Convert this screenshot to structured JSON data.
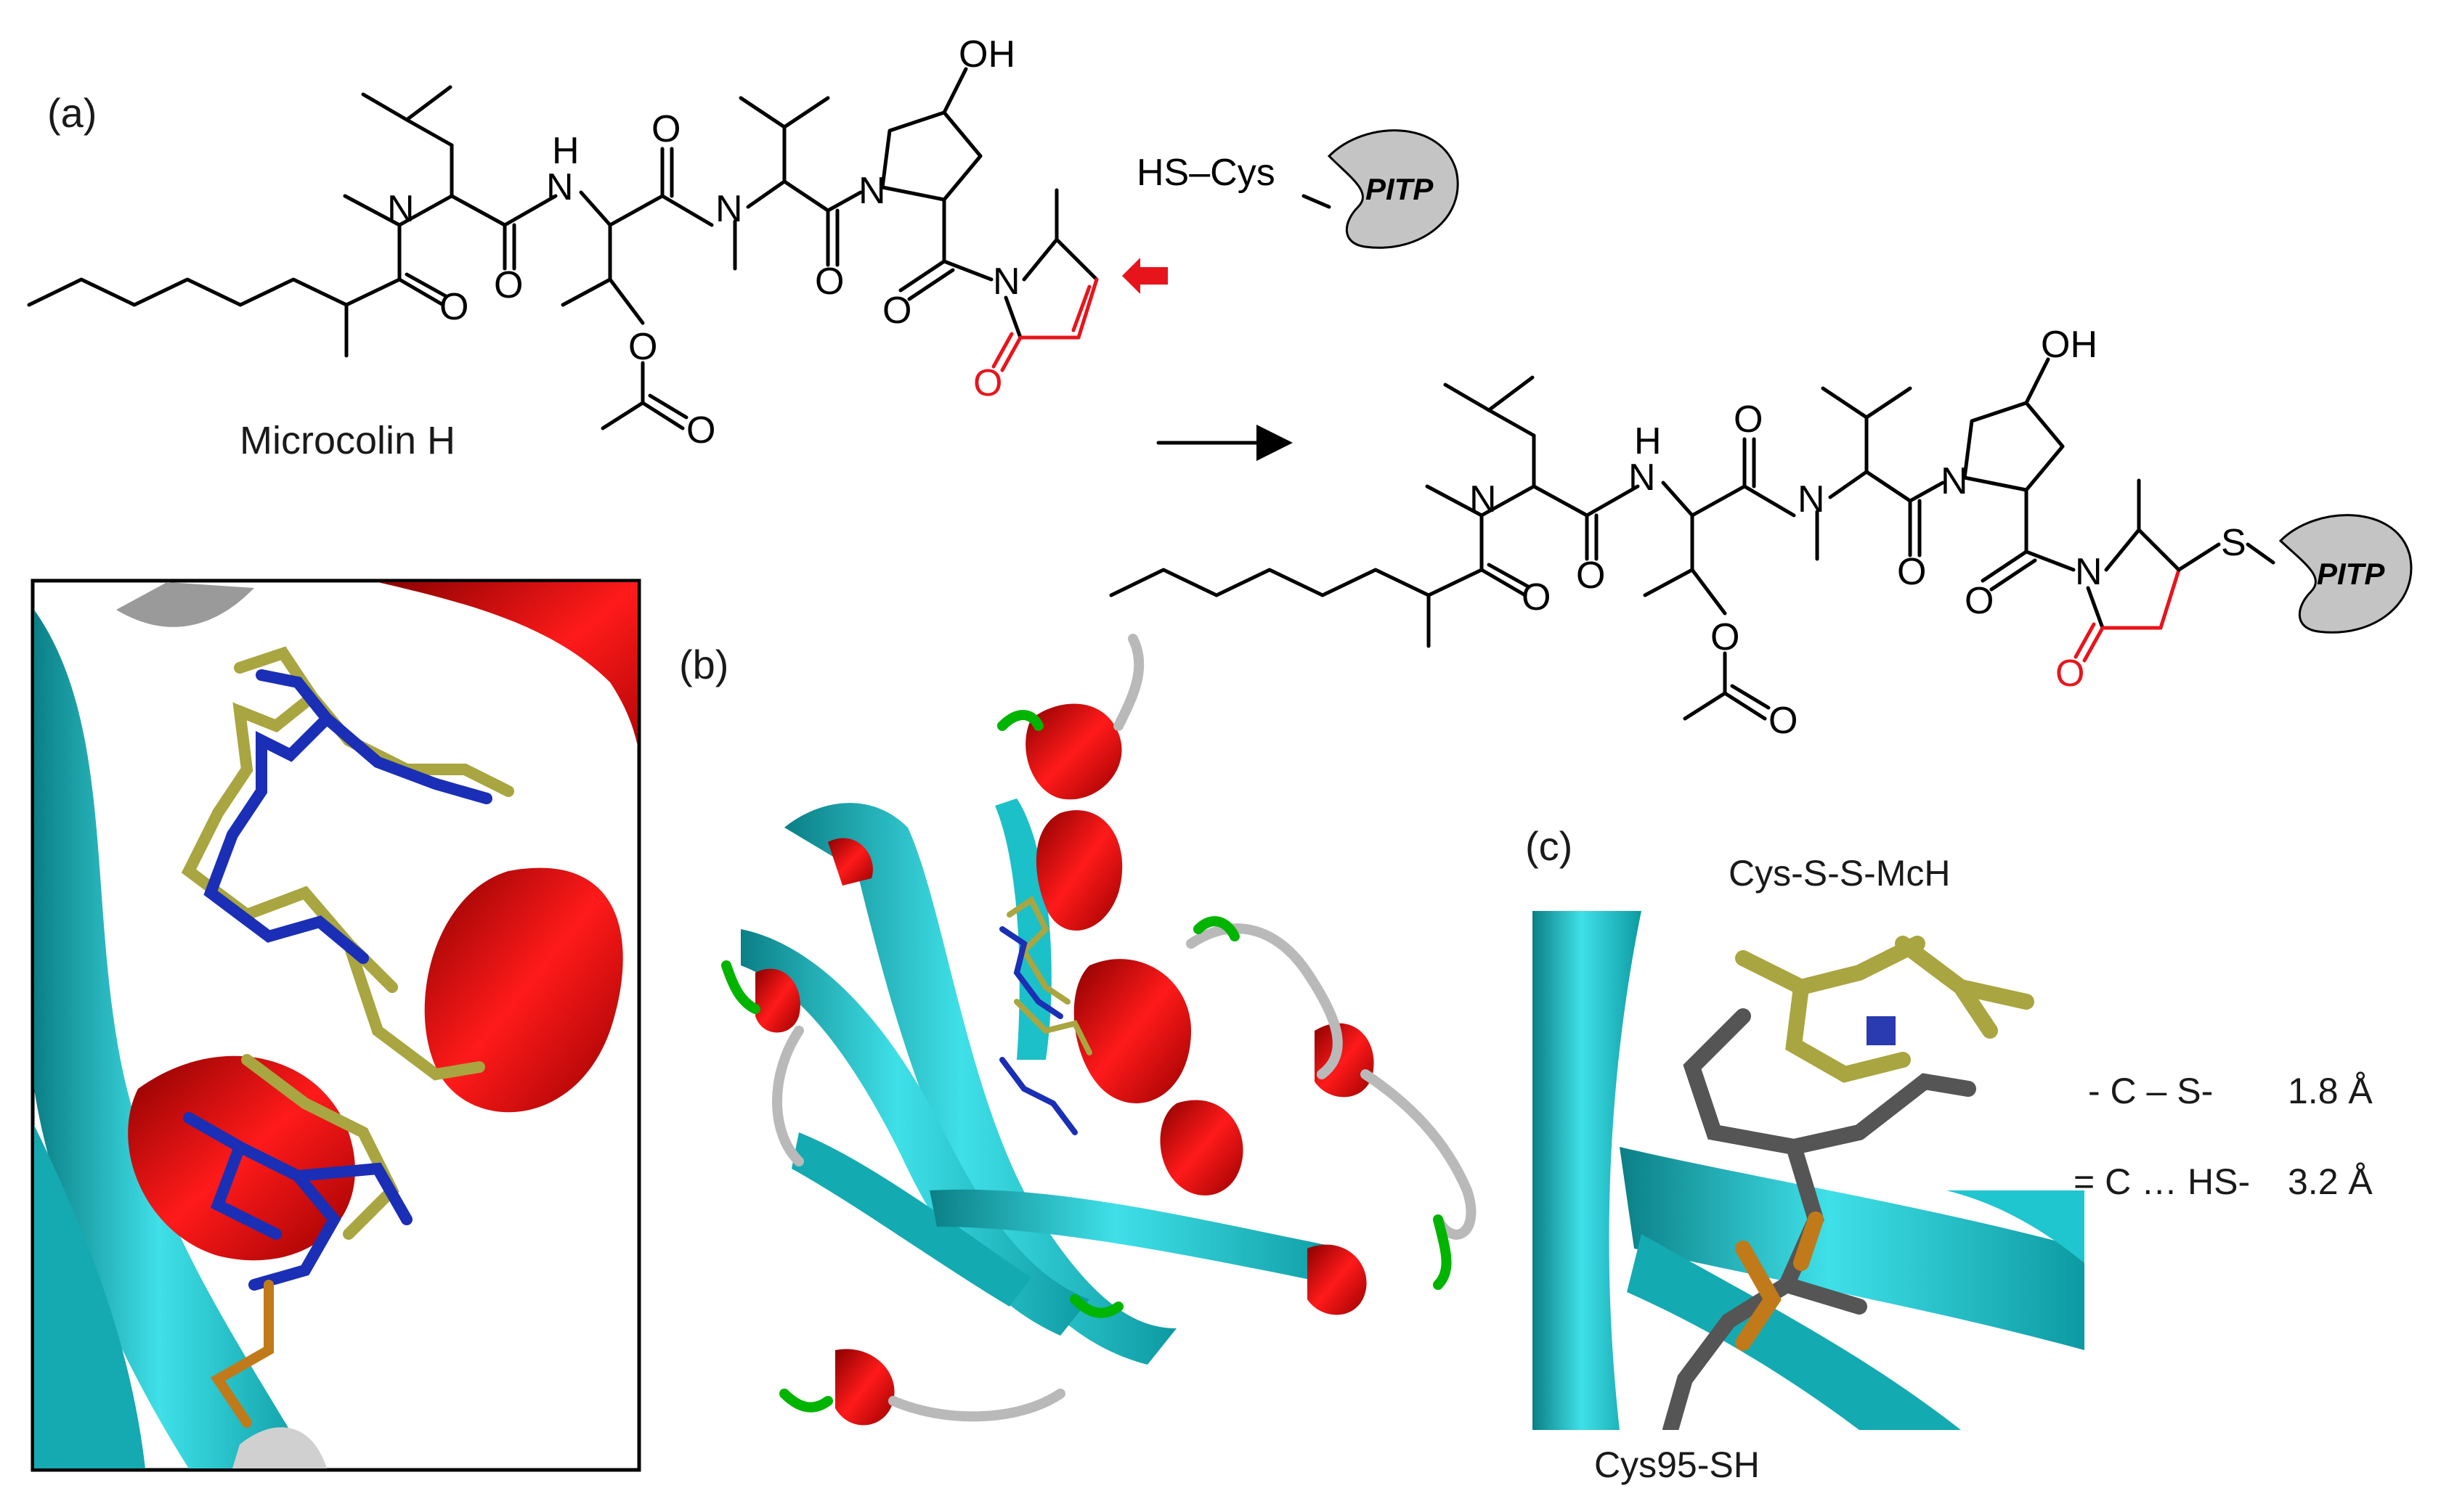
{
  "panels": {
    "a": "(a)",
    "b": "(b)",
    "c": "(c)"
  },
  "molecule": {
    "name": "Microcolin H",
    "atoms": {
      "O": "O",
      "N": "N",
      "H": "H",
      "OH": "OH",
      "S": "S"
    },
    "reagent": "HS–Cys",
    "protein": "PITP"
  },
  "panel_c": {
    "top_label": "Cys-S-S-McH",
    "bottom_label": "Cys95-SH",
    "rows": [
      {
        "bond": "- C – S-",
        "distance": "1.8 Å"
      },
      {
        "bond": "= C … HS-",
        "distance": "3.2 Å"
      }
    ]
  },
  "colors": {
    "helix": "#e60000",
    "strand": "#1fc6cf",
    "loop": "#b9b9b9",
    "turn": "#00b400",
    "ligand_yellow": "#a9a540",
    "ligand_blue": "#1a2fb5",
    "sulfur": "#c07a1a",
    "carbon_grey": "#555555",
    "highlight_red": "#e8141c"
  }
}
